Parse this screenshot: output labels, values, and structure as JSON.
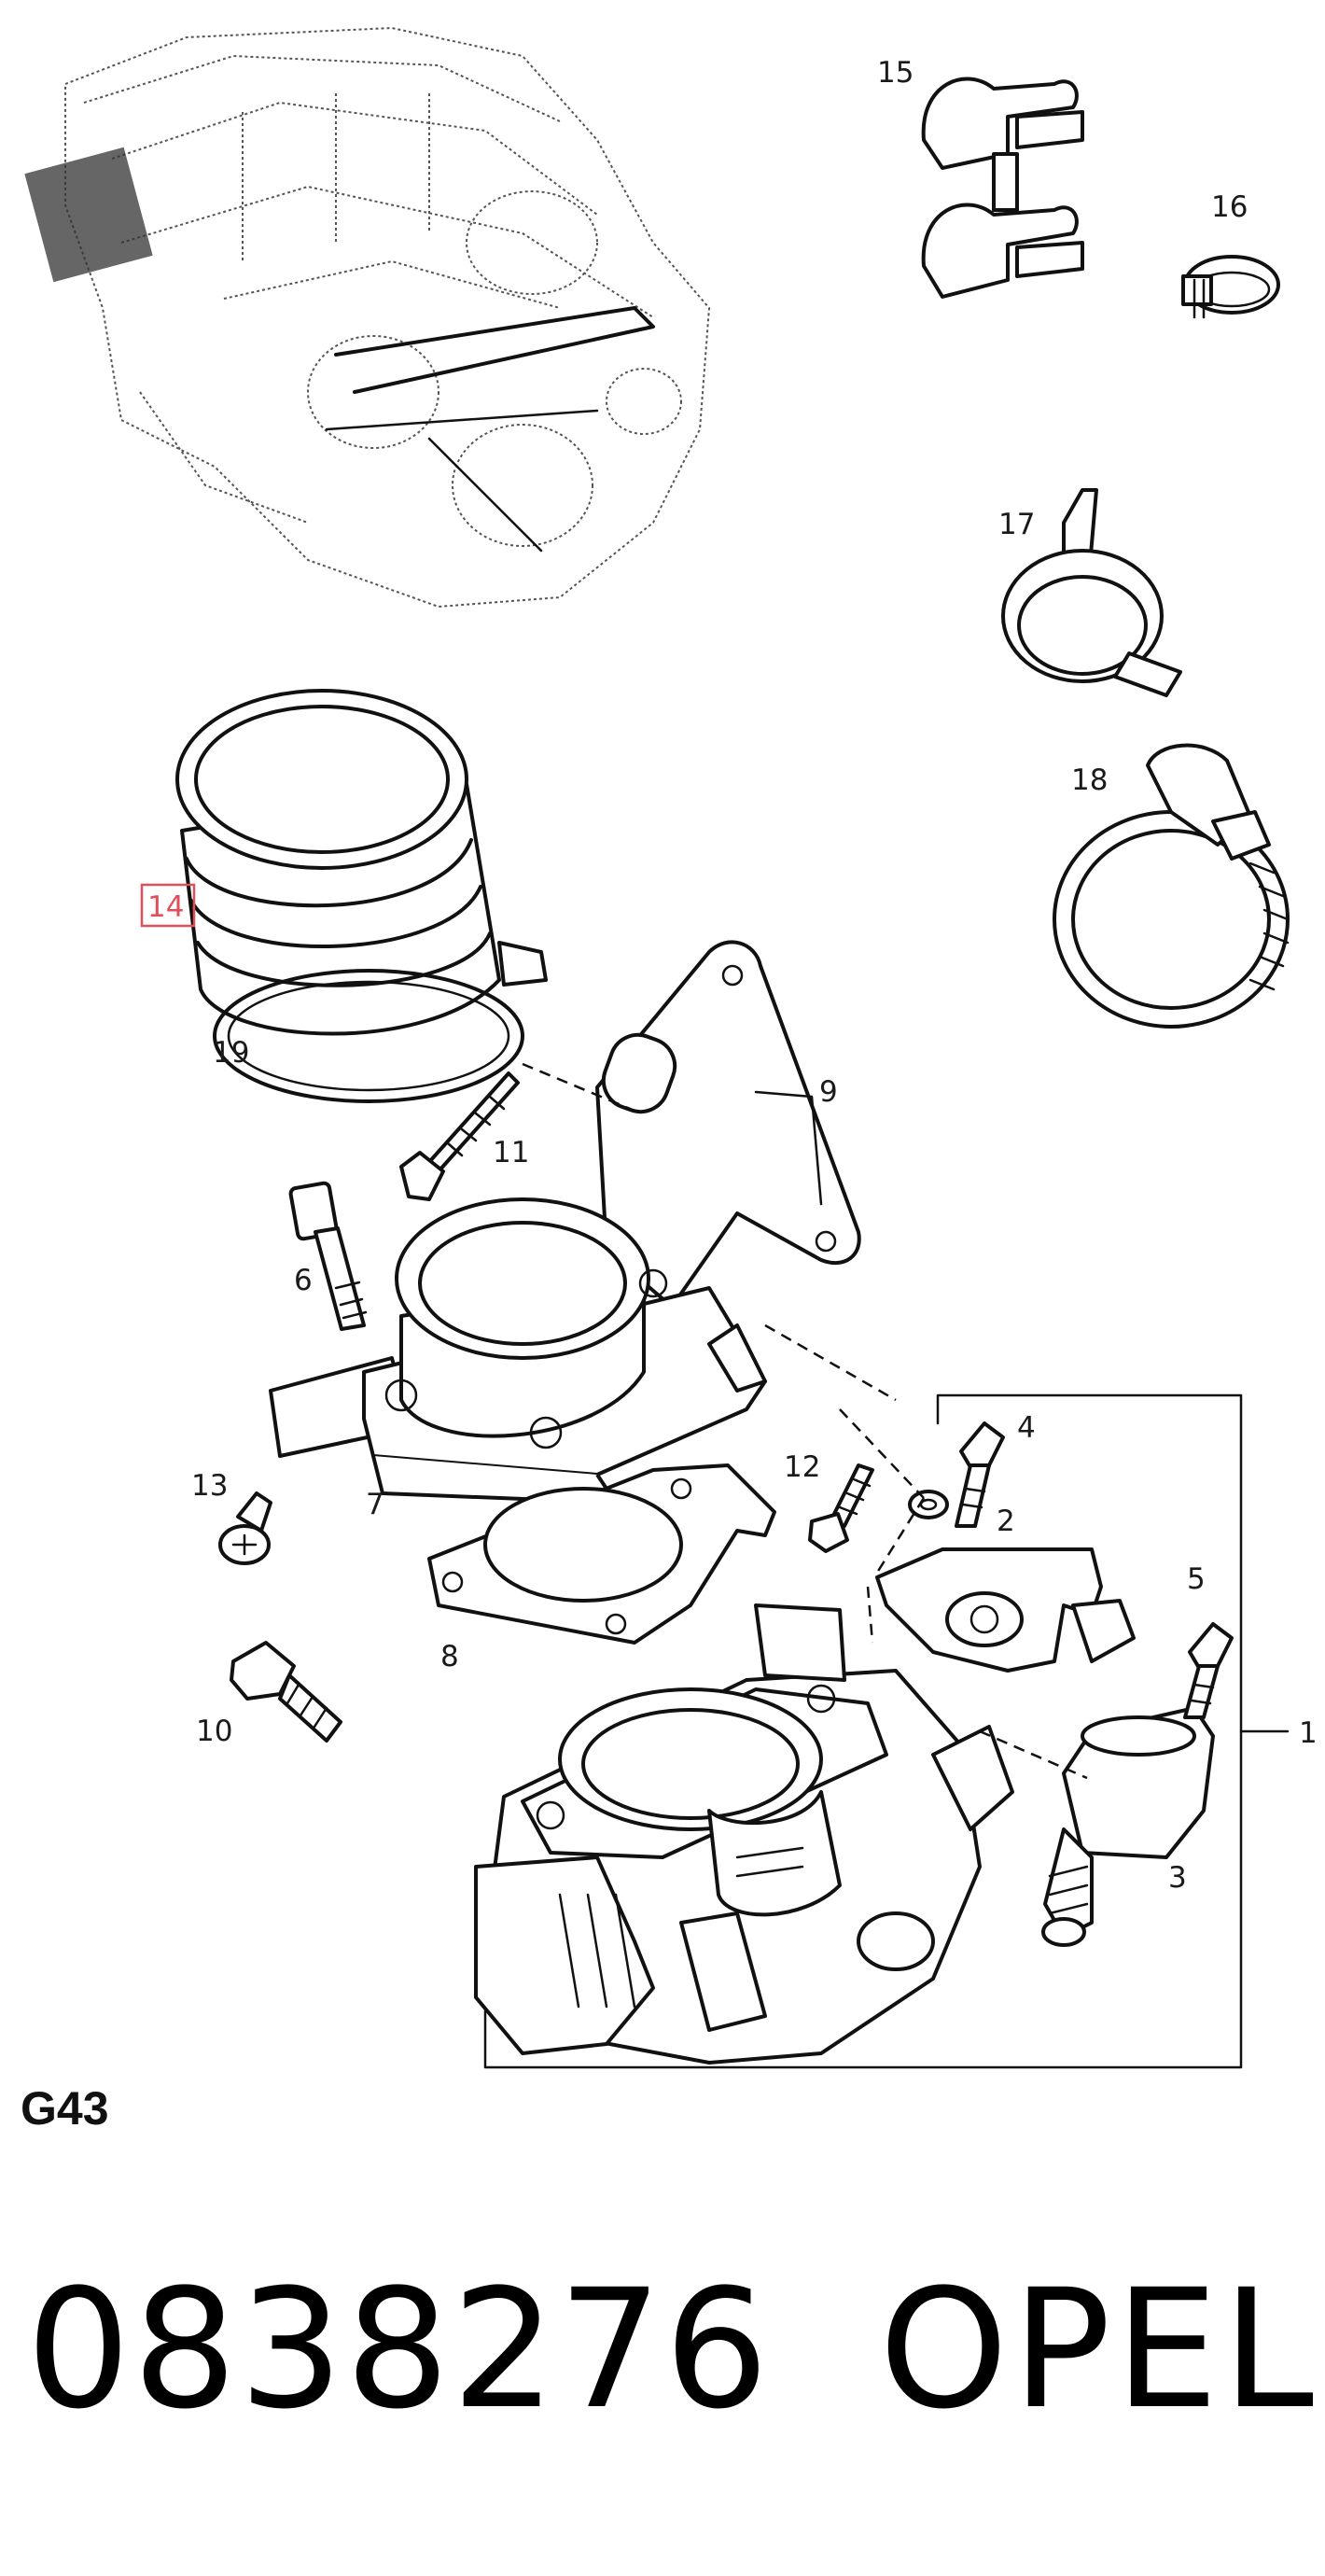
{
  "callouts": {
    "c1": "1",
    "c2": "2",
    "c3": "3",
    "c4": "4",
    "c5": "5",
    "c6": "6",
    "c7": "7",
    "c8": "8",
    "c9": "9",
    "c10": "10",
    "c11": "11",
    "c12": "12",
    "c13": "13",
    "c14": "14",
    "c15": "15",
    "c16": "16",
    "c17": "17",
    "c18": "18",
    "c19": "19"
  },
  "highlighted_callout": "14",
  "page_code": "G43",
  "part_number": "0838276",
  "brand": "OPEL",
  "colors": {
    "highlight": "#e0505a",
    "line": "#111111"
  }
}
